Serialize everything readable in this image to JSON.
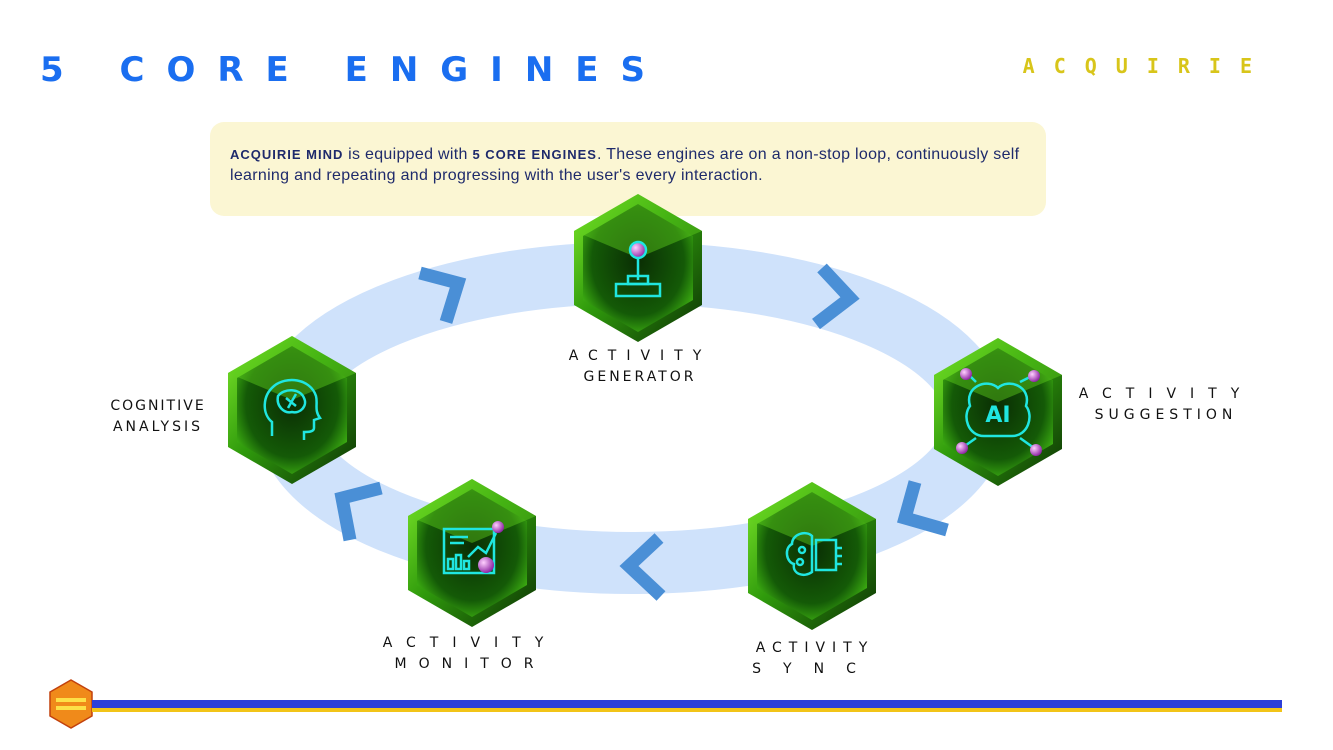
{
  "header": {
    "title": "5 CORE ENGINES",
    "brand": "ACQUIRIE"
  },
  "intro": {
    "brand_name": "ACQUIRIE MIND",
    "text_1": " is equipped with ",
    "highlight": "5 CORE ENGINES",
    "text_2": ". These engines are on a non-stop loop, continuously self learning and repeating and progressing with the user's every interaction."
  },
  "engines": [
    {
      "line1": "ACTIVITY",
      "line2": "GENERATOR",
      "icon": "joystick-icon"
    },
    {
      "line1": "ACTIVITY",
      "line2": "SUGGESTION",
      "icon": "ai-brain-icon"
    },
    {
      "line1": "ACTIVITY",
      "line2": "SYNC",
      "icon": "brain-chip-icon"
    },
    {
      "line1": "ACTIVITY",
      "line2": "MONITOR",
      "icon": "analytics-chart-icon"
    },
    {
      "line1": "COGNITIVE",
      "line2": "ANALYSIS",
      "icon": "human-head-brain-icon"
    }
  ],
  "colors": {
    "title": "#1a6ef0",
    "brand": "#d8c51a",
    "ring": "#cfe2fb",
    "arrow": "#4a8fd6",
    "gem_dark": "#0f3a06",
    "gem_light": "#6fe01c",
    "icon_glow": "#20e6e0"
  }
}
